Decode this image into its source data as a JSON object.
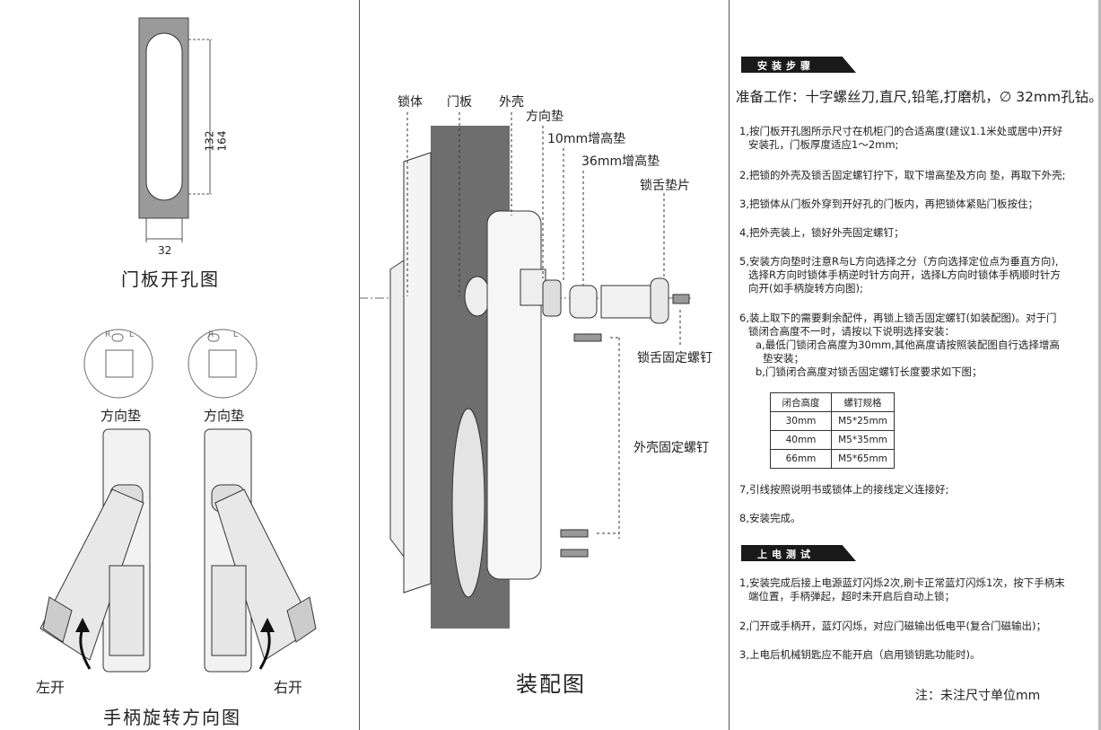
{
  "left": {
    "hole_dims": {
      "inner": "132",
      "outer": "164",
      "width": "32"
    },
    "hole_title": "门板开孔图",
    "pad_labels": [
      "方向垫",
      "方向垫"
    ],
    "pad_marks": {
      "r": "R",
      "l": "L"
    },
    "open_left": "左开",
    "open_right": "右开",
    "rotation_title": "手柄旋转方向图"
  },
  "middle": {
    "labels": {
      "lock_body": "锁体",
      "door_panel": "门板",
      "shell": "外壳",
      "direction_pad": "方向垫",
      "riser_10": "10mm增高垫",
      "riser_36": "36mm增高垫",
      "tongue_shim": "锁舌垫片",
      "tongue_screw": "锁舌固定螺钉",
      "shell_screw": "外壳固定螺钉"
    },
    "title": "装配图"
  },
  "right": {
    "install_header": "安装步骤",
    "prep": "准备工作：十字螺丝刀,直尺,铅笔,打磨机，∅ 32mm孔钻。",
    "steps": [
      [
        "1,按门板开孔图所示尺寸在机柜门的合适高度(建议1.1米处或居中)开好",
        "安装孔，门板厚度适应1～2mm;"
      ],
      [
        "2,把锁的外壳及锁舌固定螺钉拧下，取下增高垫及方向 垫，再取下外壳;"
      ],
      [
        "3,把锁体从门板外穿到开好孔的门板内，再把锁体紧贴门板按住；"
      ],
      [
        "4,把外壳装上，锁好外壳固定螺钉；"
      ],
      [
        "5,安装方向垫时注意R与L方向选择之分（方向选择定位点为垂直方向),",
        "选择R方向时锁体手柄逆时针方向开，选择L方向时锁体手柄顺时针方",
        "向开(如手柄旋转方向图);"
      ],
      [
        "6,装上取下的需要剩余配件，再锁上锁舌固定螺钉(如装配图)。对于门",
        "锁闭合高度不一时，请按以下说明选择安装：",
        "a,最低门锁闭合高度为30mm,其他高度请按照装配图自行选择增高",
        "垫安装；",
        "b,门锁闭合高度对锁舌固定螺钉长度要求如下图；"
      ],
      [
        "7,引线按照说明书或锁体上的接线定义连接好;"
      ],
      [
        "8,安装完成。"
      ]
    ],
    "table": {
      "headers": [
        "闭合高度",
        "螺钉规格"
      ],
      "rows": [
        [
          "30mm",
          "M5*25mm"
        ],
        [
          "40mm",
          "M5*35mm"
        ],
        [
          "66mm",
          "M5*65mm"
        ]
      ]
    },
    "power_header": "上电测试",
    "power_steps": [
      [
        "1,安装完成后接上电源蓝灯闪烁2次,刷卡正常蓝灯闪烁1次，按下手柄末",
        "端位置，手柄弹起，超时未开启后自动上锁；"
      ],
      [
        "2,门开或手柄开，蓝灯闪烁，对应门磁输出低电平(复合门磁输出)；"
      ],
      [
        "3,上电后机械钥匙应不能开启（启用锁钥匙功能时)。"
      ]
    ],
    "note": "注：未注尺寸单位mm"
  }
}
